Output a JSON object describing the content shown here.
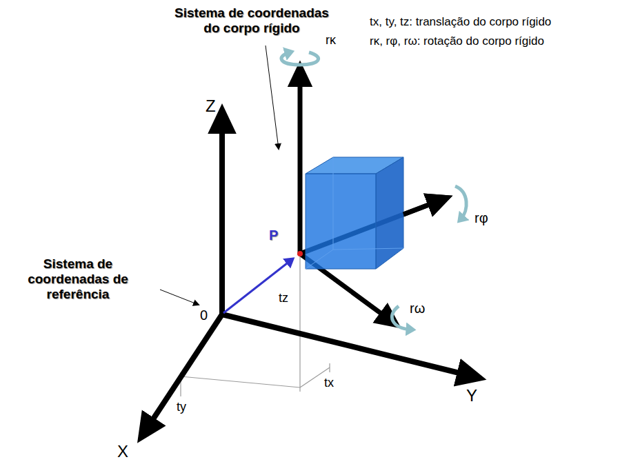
{
  "diagram": {
    "labels": [
      "Sistema de coordenadas do corpo rígido",
      "rκ",
      "tx, ty, tz: translação do corpo rígido",
      "rκ, rφ, rω: rotação do corpo rígido",
      "Z",
      "rφ",
      "P",
      "Sistema de coordenadas de referência",
      "0",
      "tz",
      "rω",
      "tx",
      "ty",
      "Y",
      "X"
    ]
  }
}
